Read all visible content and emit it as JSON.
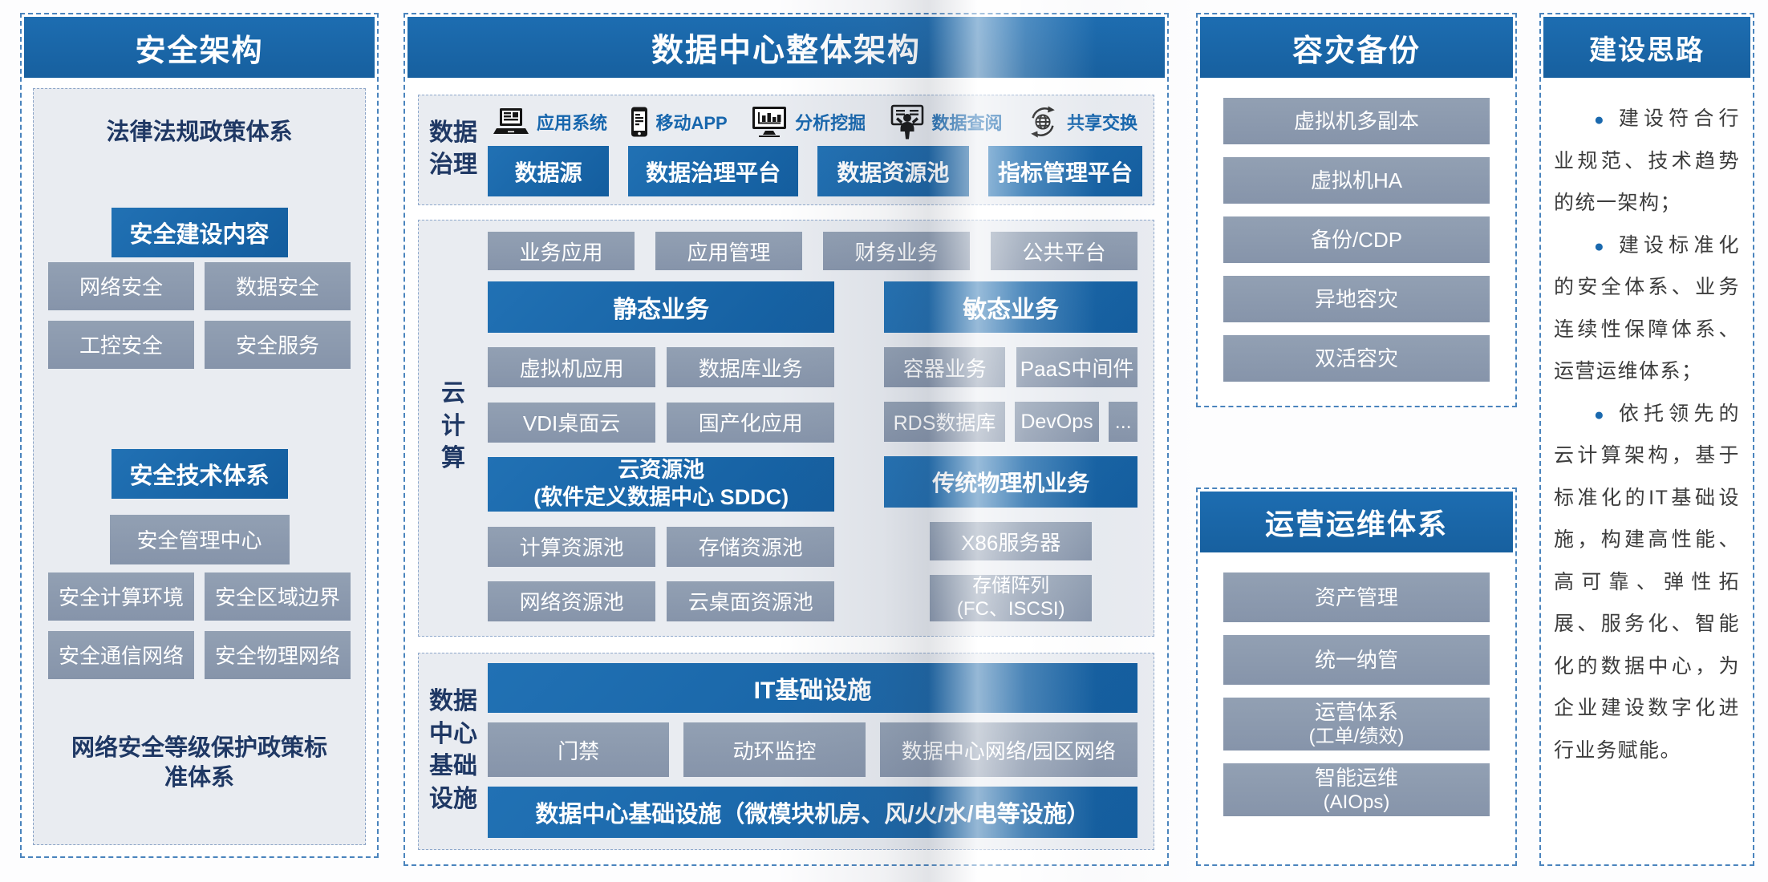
{
  "colors": {
    "accent_blue": "#1a68ad",
    "box_gray": "#8b99ad",
    "navy_text": "#1f3864",
    "panel_bg": "#e9ecf1",
    "dashed_border": "#4a84bd"
  },
  "security": {
    "title": "安全架构",
    "law_title": "法律法规政策体系",
    "build_header": "安全建设内容",
    "build_items": [
      "网络安全",
      "数据安全",
      "工控安全",
      "安全服务"
    ],
    "tech_header": "安全技术体系",
    "tech_center": "安全管理中心",
    "tech_items": [
      "安全计算环境",
      "安全区域边界",
      "安全通信网络",
      "安全物理网络"
    ],
    "standard_title": "网络安全等级保护政策标准体系"
  },
  "datacenter": {
    "title": "数据中心整体架构",
    "governance": {
      "label_lines": [
        "数据",
        "治理"
      ],
      "channels": [
        {
          "icon": "laptop-icon",
          "label": "应用系统"
        },
        {
          "icon": "mobile-icon",
          "label": "移动APP"
        },
        {
          "icon": "chart-monitor-icon",
          "label": "分析挖掘"
        },
        {
          "icon": "presenter-icon",
          "label": "数据查阅"
        },
        {
          "icon": "share-globe-icon",
          "label": "共享交换"
        }
      ],
      "platforms": [
        "数据源",
        "数据治理平台",
        "数据资源池",
        "指标管理平台"
      ]
    },
    "cloud": {
      "label_lines": [
        "云",
        "计",
        "算"
      ],
      "top_apps": [
        "业务应用",
        "应用管理",
        "财务业务",
        "公共平台"
      ],
      "static_header": "静态业务",
      "static_items": [
        "虚拟机应用",
        "数据库业务",
        "VDI桌面云",
        "国产化应用"
      ],
      "pool_header_line1": "云资源池",
      "pool_header_line2": "(软件定义数据中心 SDDC)",
      "pool_items": [
        "计算资源池",
        "存储资源池",
        "网络资源池",
        "云桌面资源池"
      ],
      "agile_header": "敏态业务",
      "agile_items": [
        "容器业务",
        "PaaS中间件",
        "RDS数据库",
        "DevOps",
        "..."
      ],
      "physical_header": "传统物理机业务",
      "physical_server": "X86服务器",
      "physical_storage_line1": "存储阵列",
      "physical_storage_line2": "(FC、ISCSI)"
    },
    "infra": {
      "label_lines": [
        "数据",
        "中心",
        "基础",
        "设施"
      ],
      "it_header": "IT基础设施",
      "rooms": [
        "门禁",
        "动环监控",
        "数据中心网络/园区网络"
      ],
      "base_header": "数据中心基础设施（微模块机房、风/火/水/电等设施）"
    }
  },
  "disaster": {
    "title": "容灾备份",
    "items": [
      "虚拟机多副本",
      "虚拟机HA",
      "备份/CDP",
      "异地容灾",
      "双活容灾"
    ]
  },
  "operations": {
    "title": "运营运维体系",
    "items": [
      {
        "line1": "资产管理",
        "line2": ""
      },
      {
        "line1": "统一纳管",
        "line2": ""
      },
      {
        "line1": "运营体系",
        "line2": "(工单/绩效)"
      },
      {
        "line1": "智能运维",
        "line2": "(AIOps)"
      }
    ]
  },
  "ideas": {
    "title": "建设思路",
    "bullet_glyph": "●",
    "bullets": [
      "建设符合行业规范、技术趋势的统一架构；",
      "建设标准化的安全体系、业务连续性保障体系、运营运维体系；",
      "依托领先的云计算架构，基于标准化的IT基础设施，构建高性能、高可靠、弹性拓展、服务化、智能化的数据中心，为企业建设数字化进行业务赋能。"
    ]
  }
}
